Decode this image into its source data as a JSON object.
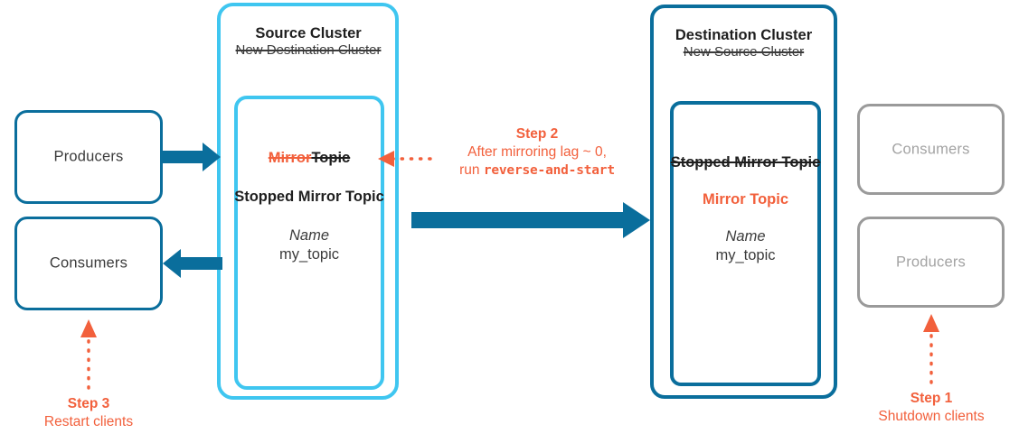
{
  "diagram": {
    "title": "Kafka cluster mirroring reverse-and-start migration",
    "colors": {
      "blue": "#0A6E9C",
      "cyan": "#3FC6F0",
      "orange": "#F2603C",
      "gray": "#9a9a9a",
      "text": "#3b3b3b"
    }
  },
  "left_endpoints": [
    {
      "label": "Producers",
      "state": "active"
    },
    {
      "label": "Consumers",
      "state": "active"
    }
  ],
  "right_endpoints": [
    {
      "label": "Consumers",
      "state": "disabled"
    },
    {
      "label": "Producers",
      "state": "disabled"
    }
  ],
  "source_cluster": {
    "title": "Source Cluster",
    "subtitle_struck": "New Destination Cluster",
    "topic": {
      "struck_orange": "Mirror",
      "struck_black": "Topic",
      "heading": "Stopped Mirror Topic",
      "name_label": "Name",
      "name_value": "my_topic"
    }
  },
  "destination_cluster": {
    "title": "Destination Cluster",
    "subtitle_struck": "New Source Cluster",
    "topic": {
      "struck_heading": "Stopped Mirror Topic",
      "active_heading": "Mirror Topic",
      "name_label": "Name",
      "name_value": "my_topic"
    }
  },
  "steps": {
    "step1": {
      "title": "Step 1",
      "body": "Shutdown clients"
    },
    "step2": {
      "title": "Step 2",
      "line1": "After mirroring lag ~ 0,",
      "line2_prefix": "run ",
      "line2_command": "reverse-and-start"
    },
    "step3": {
      "title": "Step 3",
      "body": "Restart clients"
    }
  }
}
